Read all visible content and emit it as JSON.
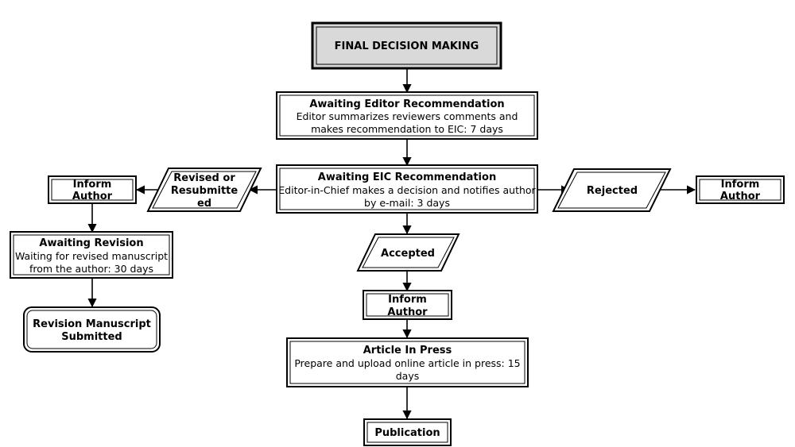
{
  "nodes": {
    "final_decision": {
      "title": "FINAL DECISION MAKING"
    },
    "awaiting_editor": {
      "title": "Awaiting Editor Recommendation",
      "line1": "Editor summarizes reviewers comments and",
      "line2": "makes recommendation to EIC: 7 days"
    },
    "awaiting_eic": {
      "title": "Awaiting EIC Recommendation",
      "line1": "Editor-in-Chief makes a decision and notifies author",
      "line2": "by e-mail: 3 days"
    },
    "revised": {
      "line1": "Revised or",
      "line2": "Resubmitte",
      "line3": "ed"
    },
    "rejected": {
      "title": "Rejected"
    },
    "accepted": {
      "title": "Accepted"
    },
    "inform_author_left": {
      "line1": "Inform",
      "line2": "Author"
    },
    "inform_author_right": {
      "line1": "Inform",
      "line2": "Author"
    },
    "inform_author_center": {
      "line1": "Inform",
      "line2": "Author"
    },
    "awaiting_revision": {
      "title": "Awaiting Revision",
      "line1": "Waiting for revised manuscript",
      "line2": "from the author: 30 days"
    },
    "revision_submitted": {
      "line1": "Revision Manuscript",
      "line2": "Submitted"
    },
    "article_in_press": {
      "title": "Article In Press",
      "line1": "Prepare and upload online article in press: 15",
      "line2": "days"
    },
    "publication": {
      "title": "Publication"
    }
  },
  "colors": {
    "stroke": "#000000",
    "header_fill": "#d9d9d9",
    "background": "#ffffff"
  }
}
